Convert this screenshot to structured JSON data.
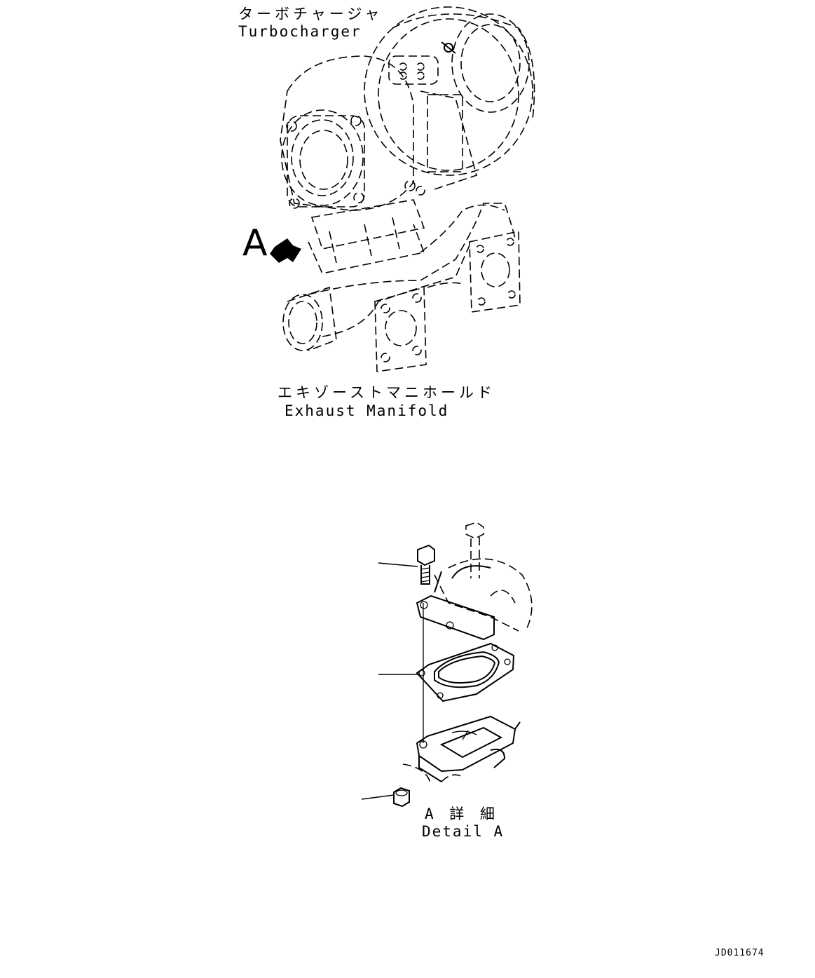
{
  "labels": {
    "turbocharger_jp": "ターボチャージャ",
    "turbocharger_en": "Turbocharger",
    "manifold_jp": "エキゾーストマニホールド",
    "manifold_en": "Exhaust Manifold",
    "view_marker": "A",
    "detail_jp": "A 詳 細",
    "detail_en": "Detail A",
    "drawing_code": "JD011674"
  }
}
